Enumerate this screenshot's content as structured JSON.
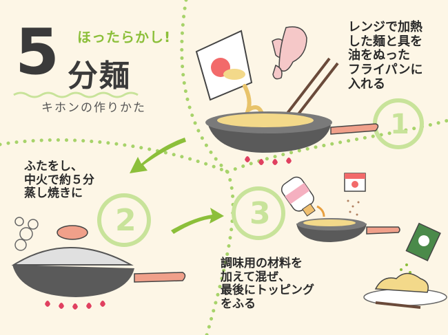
{
  "title": {
    "number": "5",
    "word": "分麺",
    "subtitle": "ほったらかし!",
    "caption": "キホンの作りかた"
  },
  "steps": [
    {
      "number": "1",
      "lines": [
        "レンジで加熱",
        "した麺と具を",
        "油をぬった",
        "フライパンに",
        "入れる"
      ]
    },
    {
      "number": "2",
      "lines": [
        "ふたをし、",
        "中火で約５分",
        "蒸し焼きに"
      ]
    },
    {
      "number": "3",
      "lines": [
        "調味用の材料を",
        "加えて混ぜ、",
        "最後にトッピング",
        "をふる"
      ]
    }
  ],
  "colors": {
    "accent_green": "#8cbf3a",
    "circle_green": "#c8e39a",
    "pan": "#5a5a5a",
    "handle": "#f0a08a",
    "flame": "#e04060",
    "noodle": "#f3d98a"
  }
}
